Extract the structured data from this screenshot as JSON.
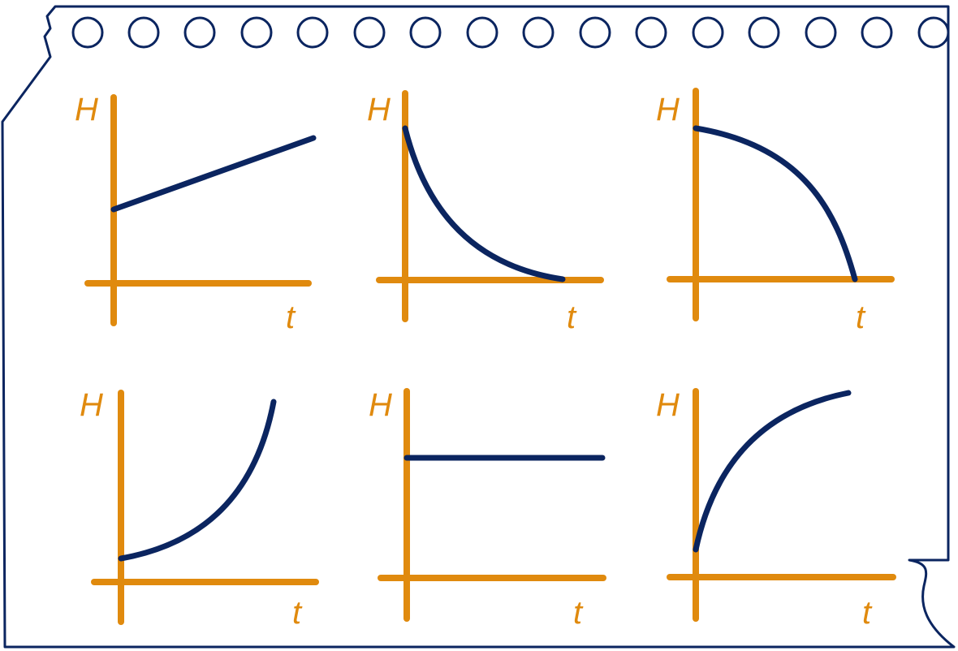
{
  "colors": {
    "axis": "#E08A0E",
    "curve": "#0B2560",
    "paper_outline": "#0B2560"
  },
  "graphs": [
    {
      "ylabel": "H",
      "xlabel": "t",
      "shape": "linear-increasing"
    },
    {
      "ylabel": "H",
      "xlabel": "t",
      "shape": "decaying-to-zero"
    },
    {
      "ylabel": "H",
      "xlabel": "t",
      "shape": "concave-down-falling-to-zero"
    },
    {
      "ylabel": "H",
      "xlabel": "t",
      "shape": "exponential-increasing"
    },
    {
      "ylabel": "H",
      "xlabel": "t",
      "shape": "constant"
    },
    {
      "ylabel": "H",
      "xlabel": "t",
      "shape": "saturating-increase"
    }
  ]
}
